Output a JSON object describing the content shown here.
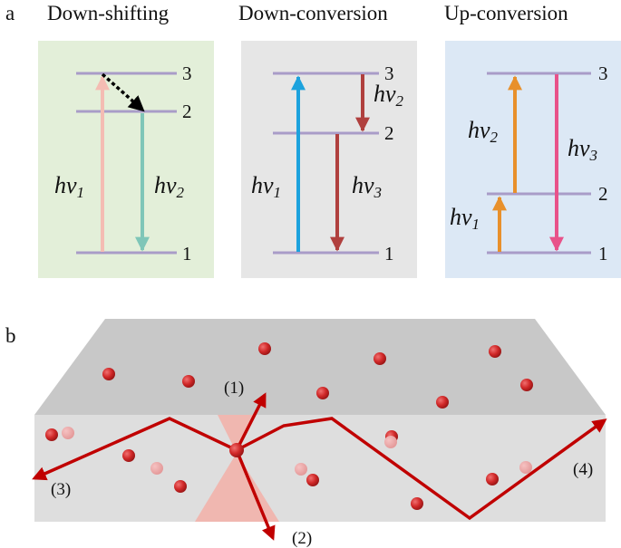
{
  "panel_a": {
    "label": "a",
    "columns": [
      {
        "title": "Down-shifting",
        "bg": "#e3efd9",
        "levels": [
          "3",
          "2",
          "1"
        ],
        "hv": [
          {
            "base": "hv",
            "sub": "1"
          },
          {
            "base": "hv",
            "sub": "2"
          }
        ]
      },
      {
        "title": "Down-conversion",
        "bg": "#e6e6e6",
        "levels": [
          "3",
          "2",
          "1"
        ],
        "hv": [
          {
            "base": "hv",
            "sub": "2"
          },
          {
            "base": "hv",
            "sub": "1"
          },
          {
            "base": "hv",
            "sub": "3"
          }
        ]
      },
      {
        "title": "Up-conversion",
        "bg": "#dce8f5",
        "levels": [
          "3",
          "2",
          "1"
        ],
        "hv": [
          {
            "base": "hv",
            "sub": "2"
          },
          {
            "base": "hv",
            "sub": "3"
          },
          {
            "base": "hv",
            "sub": "1"
          }
        ]
      }
    ]
  },
  "panel_b": {
    "label": "b",
    "paths": [
      "(1)",
      "(2)",
      "(3)",
      "(4)"
    ]
  },
  "colors": {
    "level_line": "#a99cc8",
    "pink_arrow": "#f4bcb3",
    "teal_arrow": "#7fc6b8",
    "blue_arrow": "#1ca2dd",
    "darkred_arrow": "#b0403e",
    "orange_arrow": "#e8902b",
    "magenta_arrow": "#e8528a",
    "ray": "#c00000",
    "particle": "#d23030",
    "slab_top": "#c8c8c8",
    "slab_front": "#dedede"
  }
}
